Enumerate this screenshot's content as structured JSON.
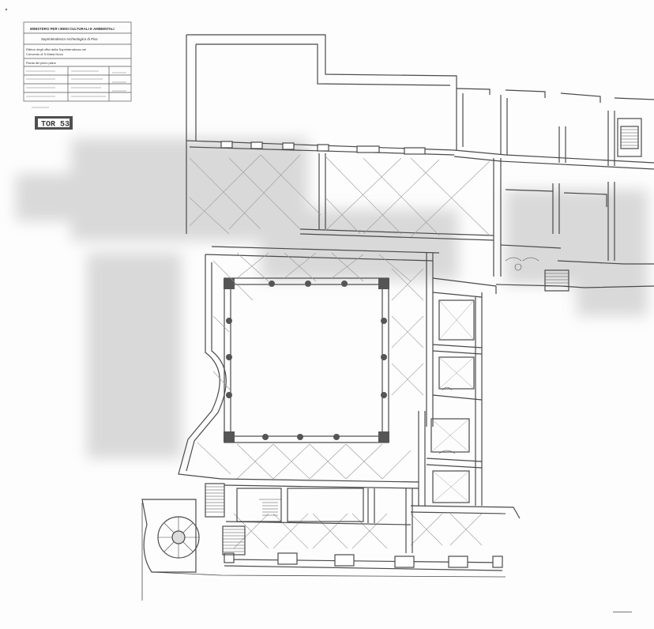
{
  "title_block": {
    "ministry": "MINISTERO PER I BENI CULTURALI E AMBIENTALI",
    "office": "Soprintendenza Archeologica di Pisa",
    "project_line1": "Rilievo degli uffici della Soprintendenza nel",
    "project_line2": "Convento di S.Maria Nova",
    "subject": "Pianta del primo piano",
    "stamp": "TOR 53"
  },
  "colors": {
    "ink": "#4a4a4a",
    "paper": "#fdfdfd",
    "smudge": "#8a8a8a"
  }
}
